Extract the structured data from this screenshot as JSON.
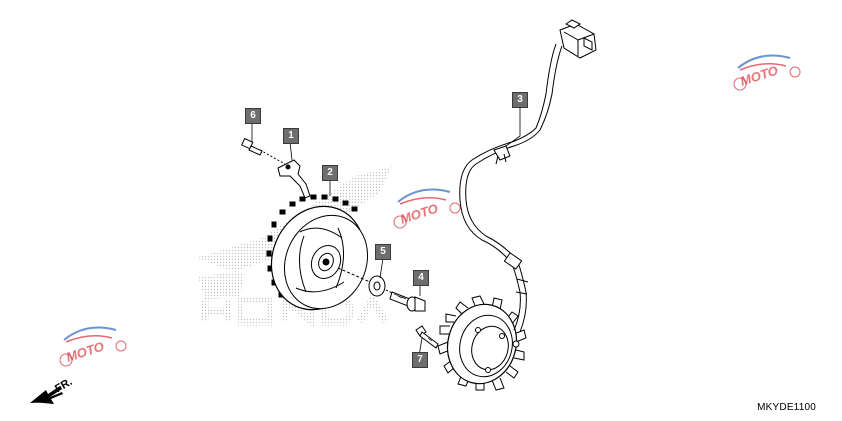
{
  "callouts": [
    {
      "id": "1",
      "label": "1"
    },
    {
      "id": "2",
      "label": "2"
    },
    {
      "id": "3",
      "label": "3"
    },
    {
      "id": "4",
      "label": "4"
    },
    {
      "id": "5",
      "label": "5"
    },
    {
      "id": "6",
      "label": "6"
    },
    {
      "id": "7",
      "label": "7"
    }
  ],
  "direction_label": "FR.",
  "diagram_code": "MKYDE1100",
  "watermark_text": "MOTO",
  "background_logo_text": "HONDA",
  "colors": {
    "callout_fill": "#6e6e6e",
    "line": "#000000",
    "watermark_red": "#d9363e",
    "watermark_blue": "#3b6fc4",
    "logo_dots": "#c8c8c8"
  },
  "icons": {
    "direction": "left-down-arrow-icon",
    "watermark": "moto-watermark-logo"
  }
}
